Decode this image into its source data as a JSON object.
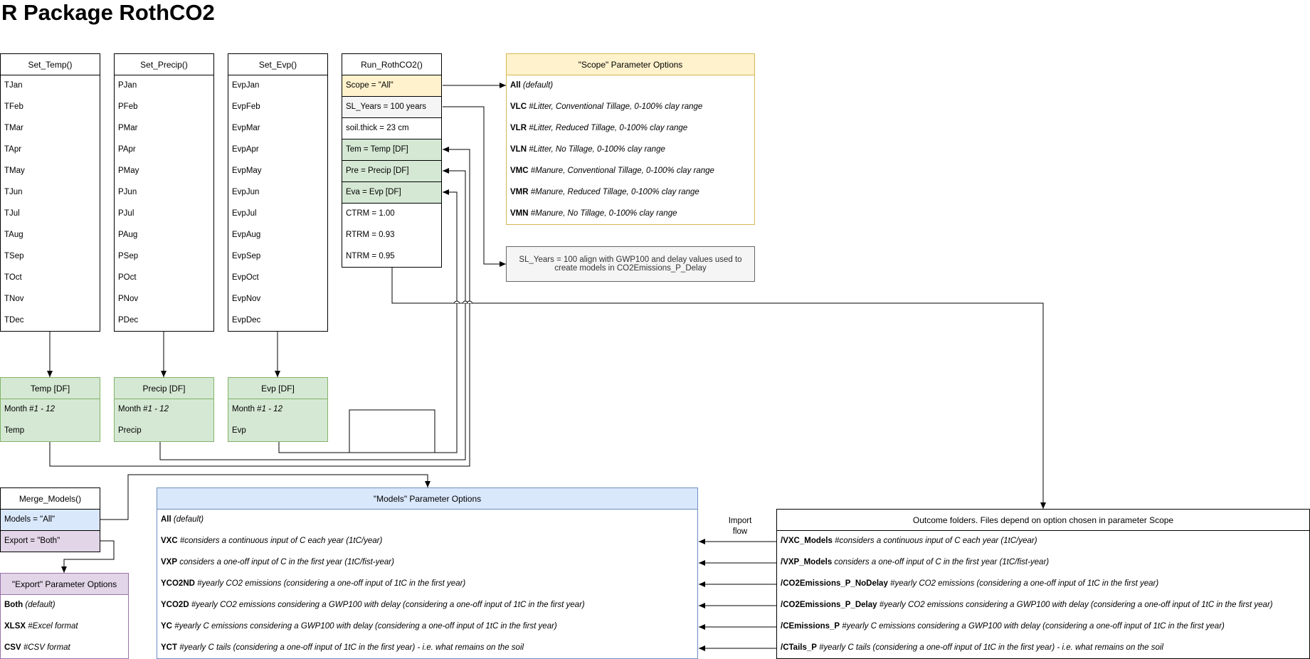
{
  "title": "R Package RothCO2",
  "set_temp": {
    "header": "Set_Temp()",
    "items": [
      "TJan",
      "TFeb",
      "TMar",
      "TApr",
      "TMay",
      "TJun",
      "TJul",
      "TAug",
      "TSep",
      "TOct",
      "TNov",
      "TDec"
    ]
  },
  "set_precip": {
    "header": "Set_Precip()",
    "items": [
      "PJan",
      "PFeb",
      "PMar",
      "PApr",
      "PMay",
      "PJun",
      "PJul",
      "PAug",
      "PSep",
      "POct",
      "PNov",
      "PDec"
    ]
  },
  "set_evp": {
    "header": "Set_Evp()",
    "items": [
      "EvpJan",
      "EvpFeb",
      "EvpMar",
      "EvpApr",
      "EvpMay",
      "EvpJun",
      "EvpJul",
      "EvpAug",
      "EvpSep",
      "EvpOct",
      "EvpNov",
      "EvpDec"
    ]
  },
  "temp_df": {
    "header": "Temp [DF]",
    "month_label": "Month #",
    "month_range": "1 - 12",
    "value": "Temp"
  },
  "precip_df": {
    "header": "Precip [DF]",
    "month_label": "Month #",
    "month_range": "1 - 12",
    "value": "Precip"
  },
  "evp_df": {
    "header": "Evp [DF]",
    "month_label": "Month #",
    "month_range": "1 - 12",
    "value": "Evp"
  },
  "run": {
    "header": "Run_RothCO2()",
    "items": [
      "Scope = \"All\"",
      "SL_Years = 100 years",
      "soil.thick = 23 cm",
      "Tem = Temp [DF]",
      "Pre = Precip [DF]",
      "Eva = Evp [DF]",
      "CTRM = 1.00",
      "RTRM = 0.93",
      "NTRM = 0.95"
    ]
  },
  "scope_options": {
    "header": "\"Scope\" Parameter Options",
    "items": [
      {
        "key": "All",
        "desc": "(default)"
      },
      {
        "key": "VLC",
        "desc": "#Litter, Conventional Tillage, 0-100% clay range"
      },
      {
        "key": "VLR",
        "desc": "#Litter, Reduced Tillage, 0-100% clay range"
      },
      {
        "key": "VLN",
        "desc": "#Litter, No Tillage, 0-100% clay range"
      },
      {
        "key": "VMC",
        "desc": "#Manure, Conventional Tillage, 0-100% clay range"
      },
      {
        "key": "VMR",
        "desc": "#Manure, Reduced Tillage, 0-100% clay range"
      },
      {
        "key": "VMN",
        "desc": "#Manure, No Tillage, 0-100% clay range"
      }
    ]
  },
  "sl_note": "SL_Years = 100 align with GWP100 and delay values used to create models in CO2Emissions_P_Delay",
  "merge": {
    "header": "Merge_Models()",
    "items": [
      "Models = \"All\"",
      "Export = \"Both\""
    ]
  },
  "export_options": {
    "header": "\"Export\" Parameter Options",
    "items": [
      {
        "key": "Both",
        "desc": "(default)"
      },
      {
        "key": "XLSX",
        "desc": "#Excel format"
      },
      {
        "key": "CSV",
        "desc": "#CSV format"
      }
    ]
  },
  "models_options": {
    "header": "\"Models\" Parameter Options",
    "items": [
      {
        "key": "All",
        "desc": "(default)"
      },
      {
        "key": "VXC",
        "desc": "#considers a continuous input of C each year (1tC/year)"
      },
      {
        "key": "VXP",
        "desc": "considers a one-off input of C in the first year (1tC/fist-year)"
      },
      {
        "key": "YCO2ND",
        "desc": "#yearly CO2 emissions (considering a one-off input of 1tC in the first year)"
      },
      {
        "key": "YCO2D",
        "desc": "#yearly CO2 emissions considering a GWP100 with delay (considering a one-off input of 1tC in the first year)"
      },
      {
        "key": "YC",
        "desc": "#yearly C emissions considering a GWP100 with delay (considering a one-off input of 1tC in the first year)"
      },
      {
        "key": "YCT",
        "desc": "#yearly C tails (considering a one-off input of 1tC in the first year) - i.e. what remains on the soil"
      }
    ]
  },
  "outcome": {
    "header": "Outcome folders. Files depend on option chosen in parameter ",
    "header_em": "Scope",
    "items": [
      {
        "key": "/VXC_Models",
        "desc": "#considers a continuous input of C each year (1tC/year)"
      },
      {
        "key": "/VXP_Models",
        "desc": "considers a one-off input of C in the first year (1tC/fist-year)"
      },
      {
        "key": "/CO2Emissions_P_NoDelay",
        "desc": "#yearly CO2 emissions (considering a one-off input of 1tC in the first year)"
      },
      {
        "key": "/CO2Emissions_P_Delay",
        "desc": "#yearly CO2 emissions considering a GWP100 with delay (considering a one-off input of 1tC in the first year)"
      },
      {
        "key": "/CEmissions_P",
        "desc": "#yearly C emissions considering a GWP100 with delay (considering a one-off input of 1tC in the first year)"
      },
      {
        "key": "/CTails_P",
        "desc": "#yearly C tails (considering a one-off input of 1tC in the first year) - i.e. what remains on the soil"
      }
    ]
  },
  "import_flow": "Import flow"
}
